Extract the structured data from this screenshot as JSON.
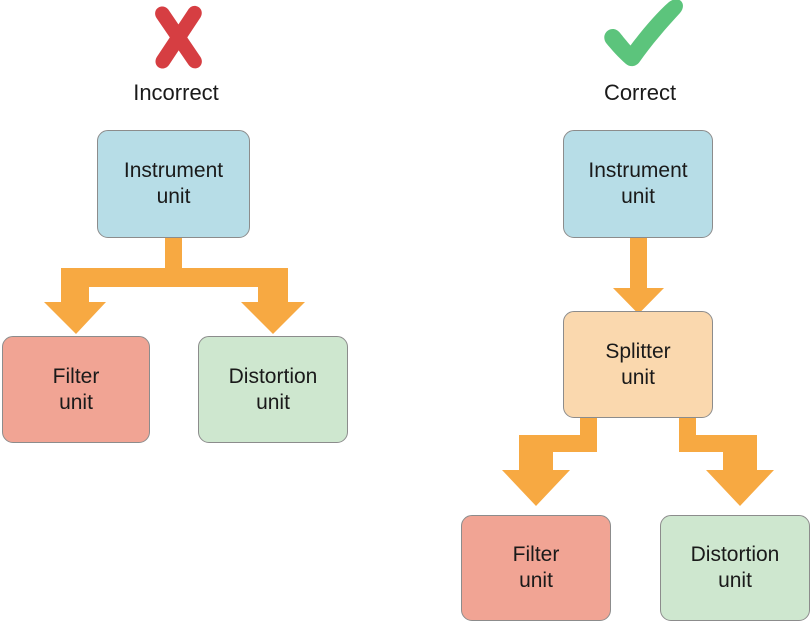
{
  "diagram": {
    "title_text_present": false,
    "background_color": "#ffffff",
    "panels": [
      {
        "id": "incorrect",
        "label": "Incorrect",
        "mark_icon": "x-mark-icon",
        "mark_color": "#d63e42",
        "nodes": [
          {
            "id": "l-instrument",
            "label_line1": "Instrument",
            "label_line2": "unit",
            "fill": "#b7dde7",
            "role": "source"
          },
          {
            "id": "l-filter",
            "label_line1": "Filter",
            "label_line2": "unit",
            "fill": "#f1a494",
            "role": "destination"
          },
          {
            "id": "l-distortion",
            "label_line1": "Distortion",
            "label_line2": "unit",
            "fill": "#cee7cf",
            "role": "destination"
          }
        ],
        "connectors": [
          {
            "from": "l-instrument",
            "to": "l-filter",
            "style": "split-fork",
            "color": "#f7a942"
          },
          {
            "from": "l-instrument",
            "to": "l-distortion",
            "style": "split-fork",
            "color": "#f7a942"
          }
        ]
      },
      {
        "id": "correct",
        "label": "Correct",
        "mark_icon": "check-mark-icon",
        "mark_color": "#5cc47c",
        "nodes": [
          {
            "id": "r-instrument",
            "label_line1": "Instrument",
            "label_line2": "unit",
            "fill": "#b7dde7",
            "role": "source"
          },
          {
            "id": "r-splitter",
            "label_line1": "Splitter",
            "label_line2": "unit",
            "fill": "#fad8ae",
            "role": "intermediate"
          },
          {
            "id": "r-filter",
            "label_line1": "Filter",
            "label_line2": "unit",
            "fill": "#f1a494",
            "role": "destination"
          },
          {
            "id": "r-distortion",
            "label_line1": "Distortion",
            "label_line2": "unit",
            "fill": "#cee7cf",
            "role": "destination"
          }
        ],
        "connectors": [
          {
            "from": "r-instrument",
            "to": "r-splitter",
            "style": "straight-arrow",
            "color": "#f7a942"
          },
          {
            "from": "r-splitter",
            "to": "r-filter",
            "style": "elbow-arrow-left",
            "color": "#f7a942"
          },
          {
            "from": "r-splitter",
            "to": "r-distortion",
            "style": "elbow-arrow-right",
            "color": "#f7a942"
          }
        ]
      }
    ],
    "colors": {
      "arrow": "#f7a942",
      "node_border": "#8c8c8c",
      "node_blue": "#b7dde7",
      "node_red": "#f1a494",
      "node_green": "#cee7cf",
      "node_orange": "#fad8ae",
      "text": "#1a1a1a",
      "x_mark": "#d63e42",
      "check_mark": "#5cc47c"
    }
  }
}
